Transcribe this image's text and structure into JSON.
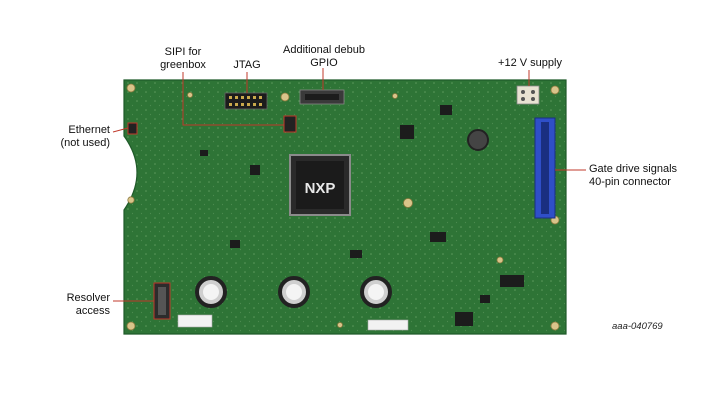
{
  "labels": {
    "sipi": [
      "SIPI for",
      "greenbox"
    ],
    "jtag": "JTAG",
    "debug": [
      "Additional debub",
      "GPIO"
    ],
    "supply": "+12 V supply",
    "ethernet": [
      "Ethernet",
      "(not used)"
    ],
    "gate": [
      "Gate drive signals",
      "40-pin connector"
    ],
    "resolver": [
      "Resolver",
      "access"
    ]
  },
  "logo": "NXP",
  "figure_id": "aaa-040769",
  "colors": {
    "pcb": "#2e7436",
    "pcb_dark": "#1f5a29",
    "leader": "#c0392b",
    "connector_blue": "#2f4fc8",
    "pad": "#d9c48a"
  }
}
